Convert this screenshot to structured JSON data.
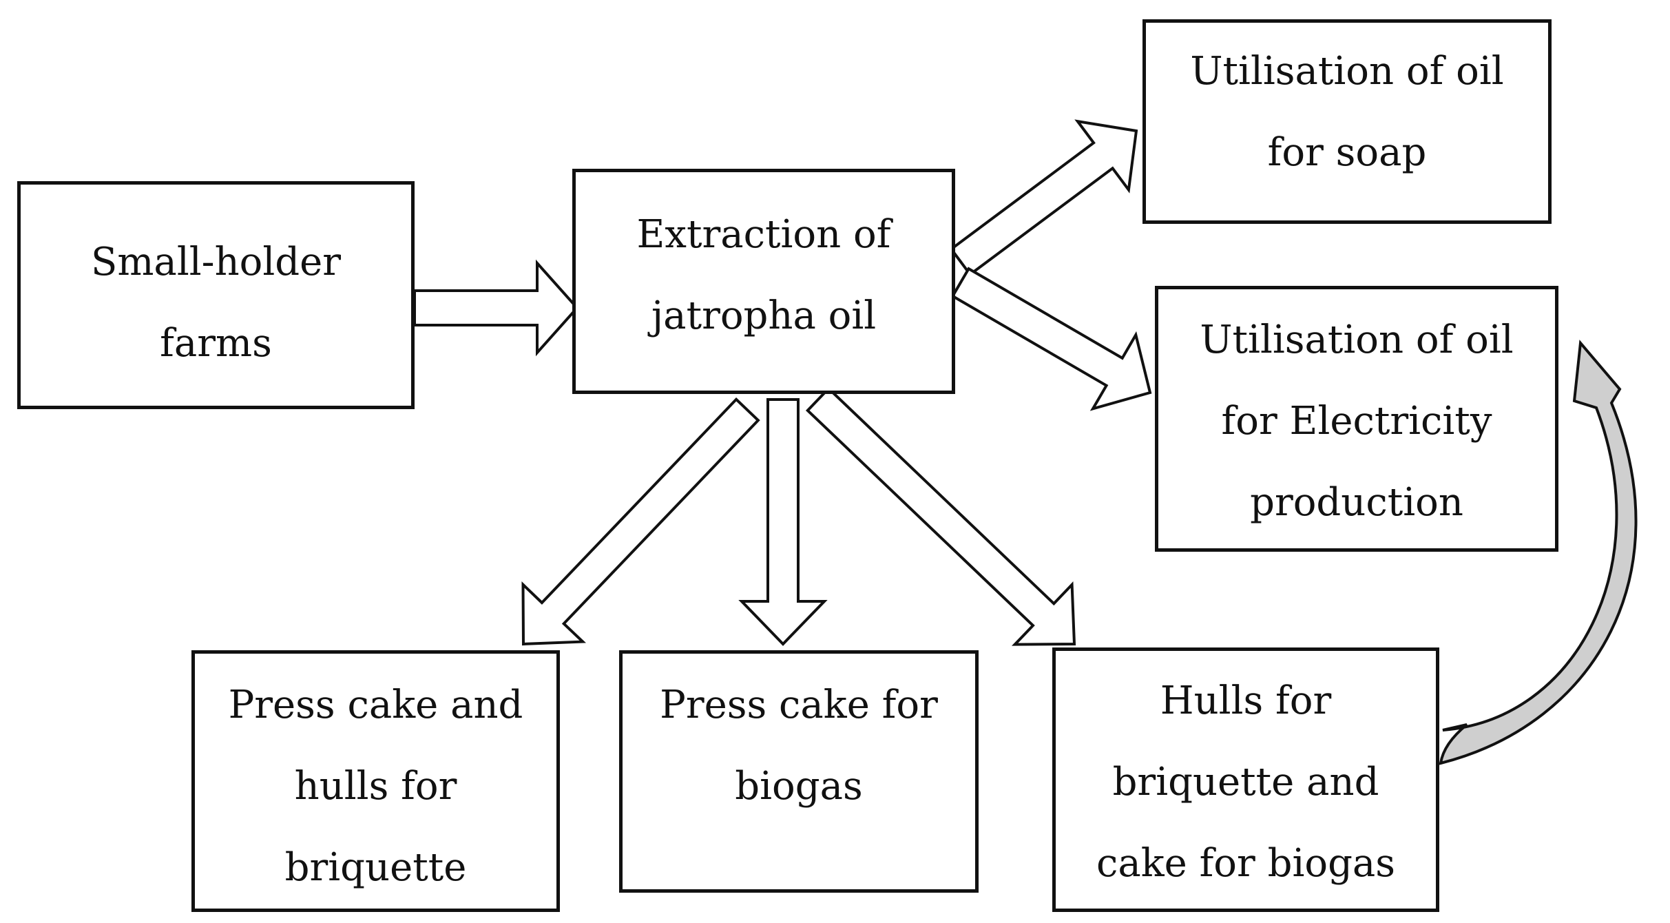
{
  "diagram": {
    "nodes": {
      "farms": [
        "Small-holder",
        "farms"
      ],
      "extraction": [
        "Extraction of",
        "jatropha oil"
      ],
      "soap": [
        "Utilisation of oil",
        "for soap"
      ],
      "electricity": [
        "Utilisation of oil",
        "for Electricity",
        "production"
      ],
      "press_cake_hulls": [
        "Press cake and",
        "hulls for",
        "briquette"
      ],
      "press_cake_biogas": [
        "Press cake for",
        "biogas"
      ],
      "hulls_cake": [
        "Hulls for",
        "briquette and",
        "cake for biogas"
      ]
    },
    "edges": [
      {
        "from": "farms",
        "to": "extraction",
        "style": "hollow-block-arrow"
      },
      {
        "from": "extraction",
        "to": "soap",
        "style": "hollow-block-arrow"
      },
      {
        "from": "extraction",
        "to": "electricity",
        "style": "hollow-block-arrow"
      },
      {
        "from": "extraction",
        "to": "press_cake_hulls",
        "style": "hollow-block-arrow"
      },
      {
        "from": "extraction",
        "to": "press_cake_biogas",
        "style": "hollow-block-arrow"
      },
      {
        "from": "extraction",
        "to": "hulls_cake",
        "style": "hollow-block-arrow"
      },
      {
        "from": "hulls_cake",
        "to": "electricity",
        "style": "curved-block-arrow"
      }
    ],
    "colors": {
      "stroke": "#111111",
      "arrow_fill": "#ffffff",
      "curved_arrow_fill": "#cfcfcf",
      "background": "#ffffff"
    }
  }
}
